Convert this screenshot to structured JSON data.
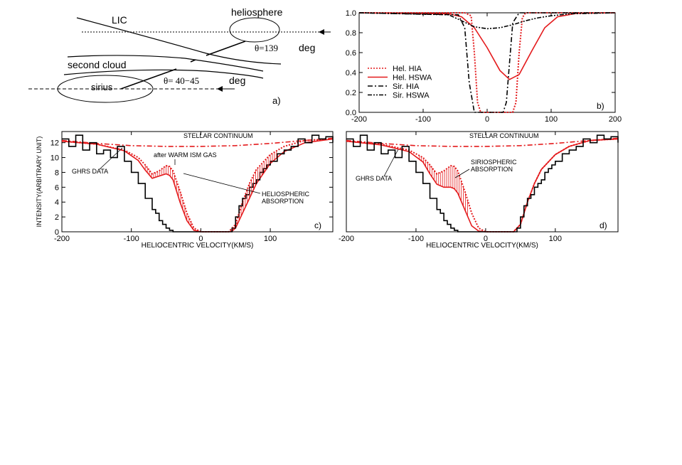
{
  "panel_a": {
    "lic": "LIC",
    "heliosphere": "heliosphere",
    "theta1": "θ=139",
    "deg1": "deg",
    "second_cloud": "second cloud",
    "theta2": "θ= 40−45",
    "deg2": "deg",
    "sirius": "sirius",
    "tag": "a)"
  },
  "chart_data": [
    {
      "id": "b",
      "type": "line",
      "tag": "b)",
      "xlim": [
        -200,
        200
      ],
      "ylim": [
        0,
        1.0
      ],
      "xticks": [
        -200,
        -100,
        0,
        100,
        200
      ],
      "yticks": [
        0.0,
        0.2,
        0.4,
        0.6,
        0.8,
        1.0
      ],
      "ytick_labels": [
        "0.0",
        "0.2",
        "0.4",
        "0.6",
        "0.8",
        "1.0"
      ],
      "legend_position": "center-left",
      "series": [
        {
          "name": "Hel. HIA",
          "color": "#e41a1c",
          "style": "dotted",
          "x": [
            -200,
            -35,
            -25,
            -20,
            -15,
            -10,
            40,
            45,
            50,
            55,
            60,
            200
          ],
          "y": [
            1,
            1,
            0.97,
            0.6,
            0.1,
            0,
            0,
            0.1,
            0.6,
            0.95,
            1,
            1
          ]
        },
        {
          "name": "Hel. HSWA",
          "color": "#e41a1c",
          "style": "solid",
          "x": [
            -200,
            -60,
            -40,
            -20,
            0,
            20,
            35,
            50,
            70,
            90,
            110,
            140,
            200
          ],
          "y": [
            1,
            0.99,
            0.96,
            0.85,
            0.65,
            0.42,
            0.33,
            0.38,
            0.62,
            0.85,
            0.96,
            0.995,
            1
          ]
        },
        {
          "name": "Sir. HIA",
          "color": "#000000",
          "style": "dashdot",
          "x": [
            -200,
            -45,
            -35,
            -28,
            -20,
            25,
            30,
            35,
            40,
            50,
            200
          ],
          "y": [
            1,
            0.98,
            0.85,
            0.3,
            0,
            0,
            0.1,
            0.5,
            0.9,
            1,
            1
          ]
        },
        {
          "name": "Sir. HSWA",
          "color": "#000000",
          "style": "dashdotdot",
          "x": [
            -200,
            -60,
            -40,
            -20,
            0,
            20,
            40,
            60,
            80,
            100,
            130,
            200
          ],
          "y": [
            1,
            0.98,
            0.92,
            0.86,
            0.84,
            0.85,
            0.88,
            0.92,
            0.95,
            0.97,
            0.99,
            1
          ]
        }
      ]
    },
    {
      "id": "c",
      "type": "line",
      "tag": "c)",
      "ylabel": "INTENSITY(ARBITRARY UNIT)",
      "xlabel": "HELIOCENTRIC VELOCITY(KM/S)",
      "xlim": [
        -200,
        190
      ],
      "ylim": [
        0,
        13.5
      ],
      "xticks": [
        -200,
        -100,
        0,
        100
      ],
      "yticks": [
        0,
        2,
        4,
        6,
        8,
        10,
        12
      ],
      "annotations": {
        "continuum": "STELLAR CONTINUUM",
        "warm": "after WARM ISM GAS",
        "ghrs": "GHRS DATA",
        "absorption_1": "HELIOSPHERIC",
        "absorption_2": "ABSORPTION"
      },
      "series": [
        {
          "name": "STELLAR CONTINUUM",
          "color": "#e41a1c",
          "style": "dashdot",
          "x": [
            -200,
            -150,
            -100,
            -50,
            0,
            50,
            100,
            150,
            190
          ],
          "y": [
            12.3,
            11.9,
            11.6,
            11.5,
            11.5,
            11.6,
            11.9,
            12.3,
            12.6
          ]
        },
        {
          "name": "after WARM ISM GAS",
          "color": "#e41a1c",
          "style": "dotted",
          "x": [
            -200,
            -150,
            -110,
            -90,
            -80,
            -70,
            -60,
            -50,
            -45,
            -40,
            -30,
            -20,
            -10,
            0,
            40,
            50,
            60,
            70,
            80,
            100,
            120,
            150,
            190
          ],
          "y": [
            12.2,
            11.8,
            11.0,
            10.0,
            9.0,
            7.8,
            8.2,
            8.9,
            8.8,
            8.2,
            5.5,
            2.5,
            0.5,
            0,
            0,
            1.0,
            4.0,
            6.5,
            8.4,
            10.4,
            11.5,
            12.3,
            12.5
          ]
        },
        {
          "name": "heliospheric absorption model",
          "color": "#e41a1c",
          "style": "solid",
          "x": [
            -200,
            -150,
            -110,
            -90,
            -80,
            -70,
            -60,
            -50,
            -45,
            -40,
            -30,
            -20,
            -10,
            0,
            40,
            45,
            50,
            55,
            60,
            70,
            80,
            100,
            120,
            150,
            190
          ],
          "y": [
            12.2,
            11.8,
            10.9,
            9.6,
            8.3,
            7.2,
            7.5,
            7.8,
            7.6,
            7.0,
            4.0,
            1.5,
            0.2,
            0,
            0,
            0.1,
            0.5,
            1.5,
            2.5,
            4.5,
            6.5,
            9.2,
            10.8,
            12.0,
            12.5
          ]
        },
        {
          "name": "GHRS DATA",
          "color": "#000000",
          "style": "step",
          "x": [
            -200,
            -190,
            -180,
            -170,
            -160,
            -150,
            -140,
            -130,
            -120,
            -110,
            -100,
            -90,
            -80,
            -70,
            -65,
            -60,
            -55,
            -50,
            -45,
            -40,
            -30,
            -20,
            40,
            45,
            50,
            55,
            60,
            65,
            70,
            75,
            80,
            85,
            90,
            95,
            100,
            110,
            120,
            130,
            140,
            150,
            160,
            170,
            180,
            190
          ],
          "y": [
            12.5,
            11.5,
            13.0,
            11.0,
            12.0,
            10.5,
            11.0,
            10.0,
            11.5,
            9.5,
            8.0,
            6.5,
            4.5,
            3.0,
            2.5,
            1.5,
            1.0,
            0.5,
            0.2,
            0,
            0,
            0,
            0,
            0.5,
            2.0,
            3.5,
            4.5,
            5.0,
            6.0,
            6.5,
            7.0,
            8.0,
            8.5,
            9.0,
            9.5,
            10.5,
            11.0,
            11.5,
            12.5,
            12.0,
            13.0,
            12.5,
            12.8,
            12.0
          ]
        }
      ]
    },
    {
      "id": "d",
      "type": "line",
      "tag": "d)",
      "xlabel": "HELIOCENTRIC VELOCITY(KM/S)",
      "xlim": [
        -200,
        190
      ],
      "ylim": [
        0,
        13.5
      ],
      "xticks": [
        -200,
        -100,
        0,
        100
      ],
      "annotations": {
        "continuum": "STELLAR CONTINUUM",
        "ghrs": "GHRS DATA",
        "absorption_1": "SIRIOSPHERIC",
        "absorption_2": "ABSORPTION"
      },
      "series": [
        {
          "name": "STELLAR CONTINUUM",
          "color": "#e41a1c",
          "style": "dashdot",
          "x": [
            -200,
            -150,
            -100,
            -50,
            0,
            50,
            100,
            150,
            190
          ],
          "y": [
            12.3,
            11.9,
            11.6,
            11.5,
            11.5,
            11.6,
            11.9,
            12.3,
            12.6
          ]
        },
        {
          "name": "after WARM ISM GAS",
          "color": "#e41a1c",
          "style": "dotted",
          "x": [
            -200,
            -150,
            -110,
            -90,
            -80,
            -70,
            -60,
            -50,
            -45,
            -40,
            -30,
            -20,
            -10,
            0,
            40,
            50,
            60,
            70,
            80,
            100,
            120,
            150,
            190
          ],
          "y": [
            12.2,
            11.8,
            11.0,
            10.0,
            9.0,
            7.8,
            8.2,
            8.9,
            8.8,
            8.2,
            5.5,
            2.5,
            0.5,
            0,
            0,
            1.0,
            4.0,
            6.5,
            8.4,
            10.4,
            11.5,
            12.3,
            12.5
          ]
        },
        {
          "name": "siriospheric absorption model",
          "color": "#e41a1c",
          "style": "solid",
          "x": [
            -200,
            -150,
            -110,
            -90,
            -80,
            -70,
            -60,
            -50,
            -45,
            -40,
            -30,
            -20,
            -10,
            0,
            40,
            50,
            60,
            70,
            80,
            100,
            120,
            150,
            190
          ],
          "y": [
            12.2,
            11.7,
            10.8,
            9.4,
            7.8,
            6.4,
            6.0,
            6.0,
            5.8,
            5.2,
            3.0,
            0.8,
            0.1,
            0,
            0,
            1.0,
            4.0,
            6.5,
            8.4,
            10.4,
            11.5,
            12.3,
            12.5
          ]
        },
        {
          "name": "GHRS DATA",
          "color": "#000000",
          "style": "step",
          "x": [
            -200,
            -190,
            -180,
            -170,
            -160,
            -150,
            -140,
            -130,
            -120,
            -110,
            -100,
            -90,
            -80,
            -70,
            -65,
            -60,
            -55,
            -50,
            -45,
            -40,
            -30,
            -20,
            40,
            45,
            50,
            55,
            60,
            65,
            70,
            75,
            80,
            85,
            90,
            95,
            100,
            110,
            120,
            130,
            140,
            150,
            160,
            170,
            180,
            190
          ],
          "y": [
            12.5,
            11.5,
            13.0,
            11.0,
            12.0,
            10.5,
            11.0,
            10.0,
            11.5,
            9.5,
            8.0,
            6.5,
            4.5,
            3.0,
            2.5,
            1.5,
            1.0,
            0.5,
            0.2,
            0,
            0,
            0,
            0,
            0.5,
            2.0,
            3.5,
            4.5,
            5.0,
            6.0,
            6.5,
            7.0,
            8.0,
            8.5,
            9.0,
            9.5,
            10.5,
            11.0,
            11.5,
            12.5,
            12.0,
            13.0,
            12.5,
            12.8,
            12.0
          ]
        }
      ]
    }
  ]
}
